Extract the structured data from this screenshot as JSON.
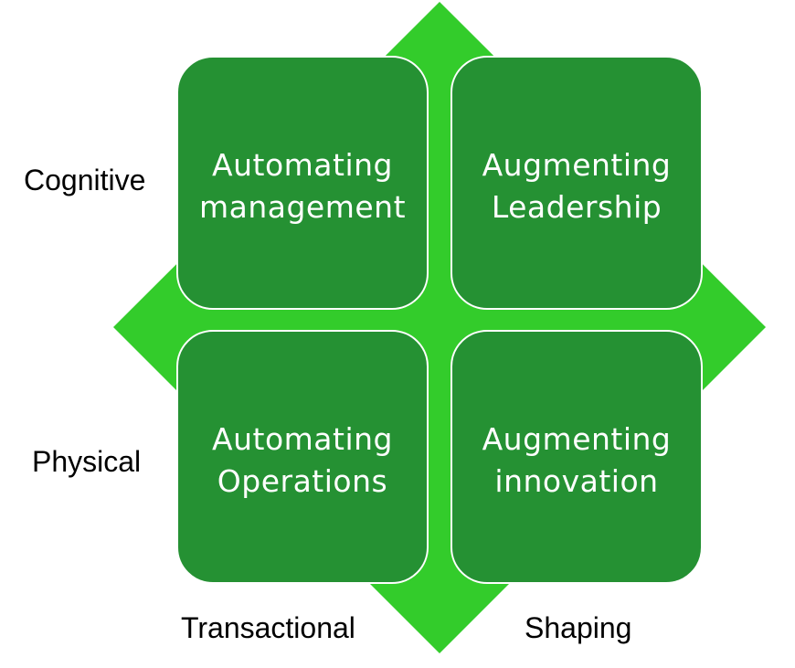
{
  "colors": {
    "diamond": "#33cc2b",
    "quadrant_fill": "#259133",
    "quadrant_border": "#ffffff",
    "quadrant_text": "#ffffff",
    "label_text": "#000000"
  },
  "quadrants": {
    "top_left": {
      "text": "Automating\nmanagement"
    },
    "top_right": {
      "text": "Augmenting\nLeadership"
    },
    "bottom_left": {
      "text": "Automating\nOperations"
    },
    "bottom_right": {
      "text": "Augmenting\ninnovation"
    }
  },
  "axis_labels": {
    "row_top": "Cognitive",
    "row_bottom": "Physical",
    "col_left": "Transactional",
    "col_right": "Shaping"
  }
}
